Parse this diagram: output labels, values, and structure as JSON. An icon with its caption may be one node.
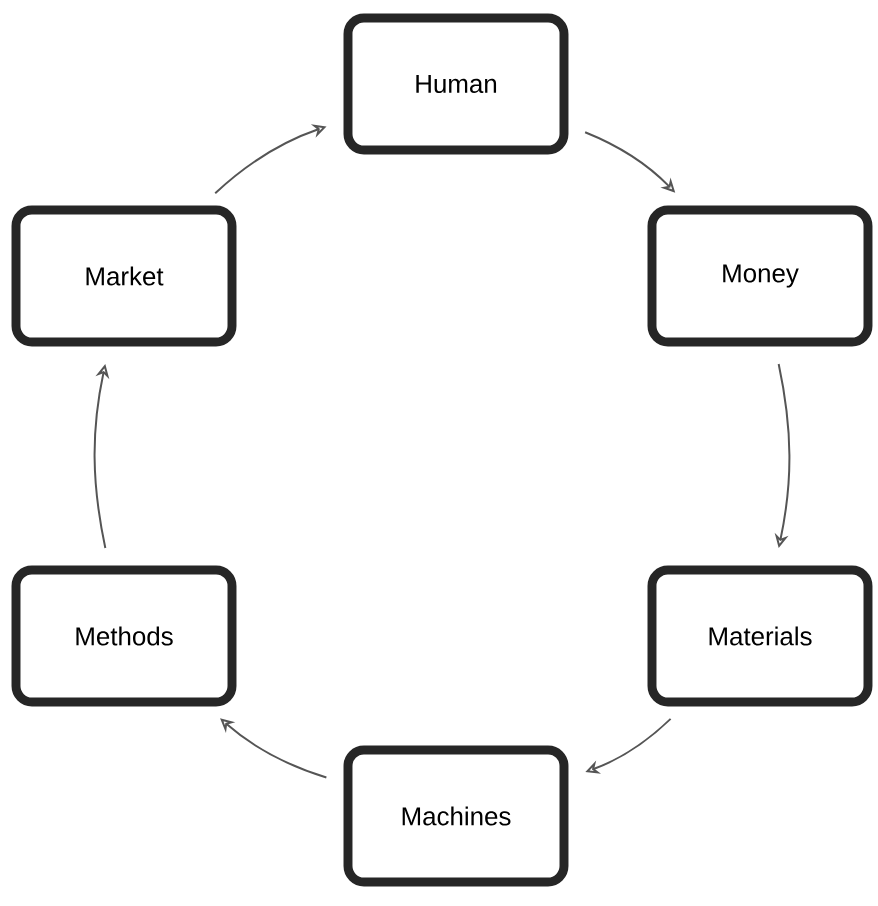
{
  "diagram": {
    "nodes": [
      {
        "text": [
          "Human"
        ]
      },
      {
        "text": [
          "Money"
        ]
      },
      {
        "text": [
          "Materials"
        ]
      },
      {
        "text": [
          "Machines"
        ]
      },
      {
        "text": [
          "Methods"
        ]
      },
      {
        "text": [
          "Market"
        ]
      }
    ],
    "edges": [
      {
        "from": 0,
        "to": 1,
        "arrow": "to"
      },
      {
        "from": 1,
        "to": 2,
        "arrow": "to"
      },
      {
        "from": 2,
        "to": 3,
        "arrow": "to"
      },
      {
        "from": 3,
        "to": 4,
        "arrow": "to"
      },
      {
        "from": 4,
        "to": 5,
        "arrow": "to"
      },
      {
        "from": 5,
        "to": 0,
        "arrow": "to"
      }
    ]
  }
}
